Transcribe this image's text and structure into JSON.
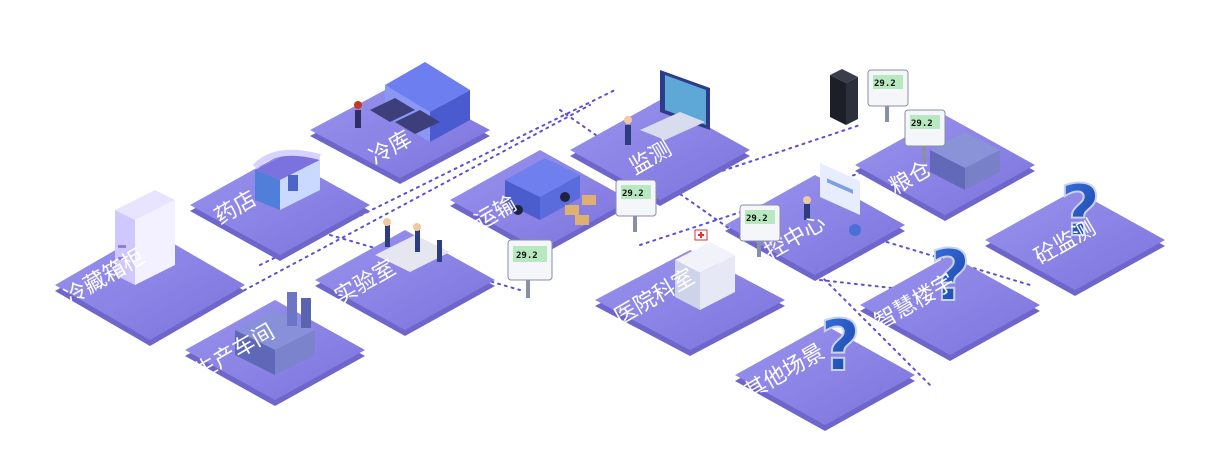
{
  "colors": {
    "tile": "#8d85e6",
    "tile_shadow": "#6f66cc",
    "dots": "#5b51d6",
    "label": "#ffffff",
    "accent": "#4b44c9",
    "question": "#1f4fb8"
  },
  "monitor_reading": "29.2",
  "tiles": [
    {
      "id": "cold-storage-cabinet",
      "label": "冷藏箱柜",
      "icon": "refrigerator-icon"
    },
    {
      "id": "pharmacy",
      "label": "药店",
      "icon": "store-icon"
    },
    {
      "id": "cold-warehouse",
      "label": "冷库",
      "icon": "warehouse-icon"
    },
    {
      "id": "production-workshop",
      "label": "生产车间",
      "icon": "factory-icon"
    },
    {
      "id": "laboratory",
      "label": "实验室",
      "icon": "lab-icon"
    },
    {
      "id": "transport",
      "label": "运输",
      "icon": "truck-icon"
    },
    {
      "id": "monitoring",
      "label": "监测",
      "icon": "computer-icon"
    },
    {
      "id": "hospital-department",
      "label": "医院科室",
      "icon": "hospital-icon"
    },
    {
      "id": "control-center",
      "label": "控中心",
      "icon": "dashboard-icon"
    },
    {
      "id": "granary",
      "label": "粮仓",
      "icon": "granary-icon"
    },
    {
      "id": "other-scenes",
      "label": "其他场景",
      "icon": "question-mark-icon"
    },
    {
      "id": "smart-building",
      "label": "智慧楼宇",
      "icon": "question-mark-icon"
    },
    {
      "id": "concrete-monitoring",
      "label": "砼监测",
      "icon": "question-mark-icon"
    }
  ]
}
